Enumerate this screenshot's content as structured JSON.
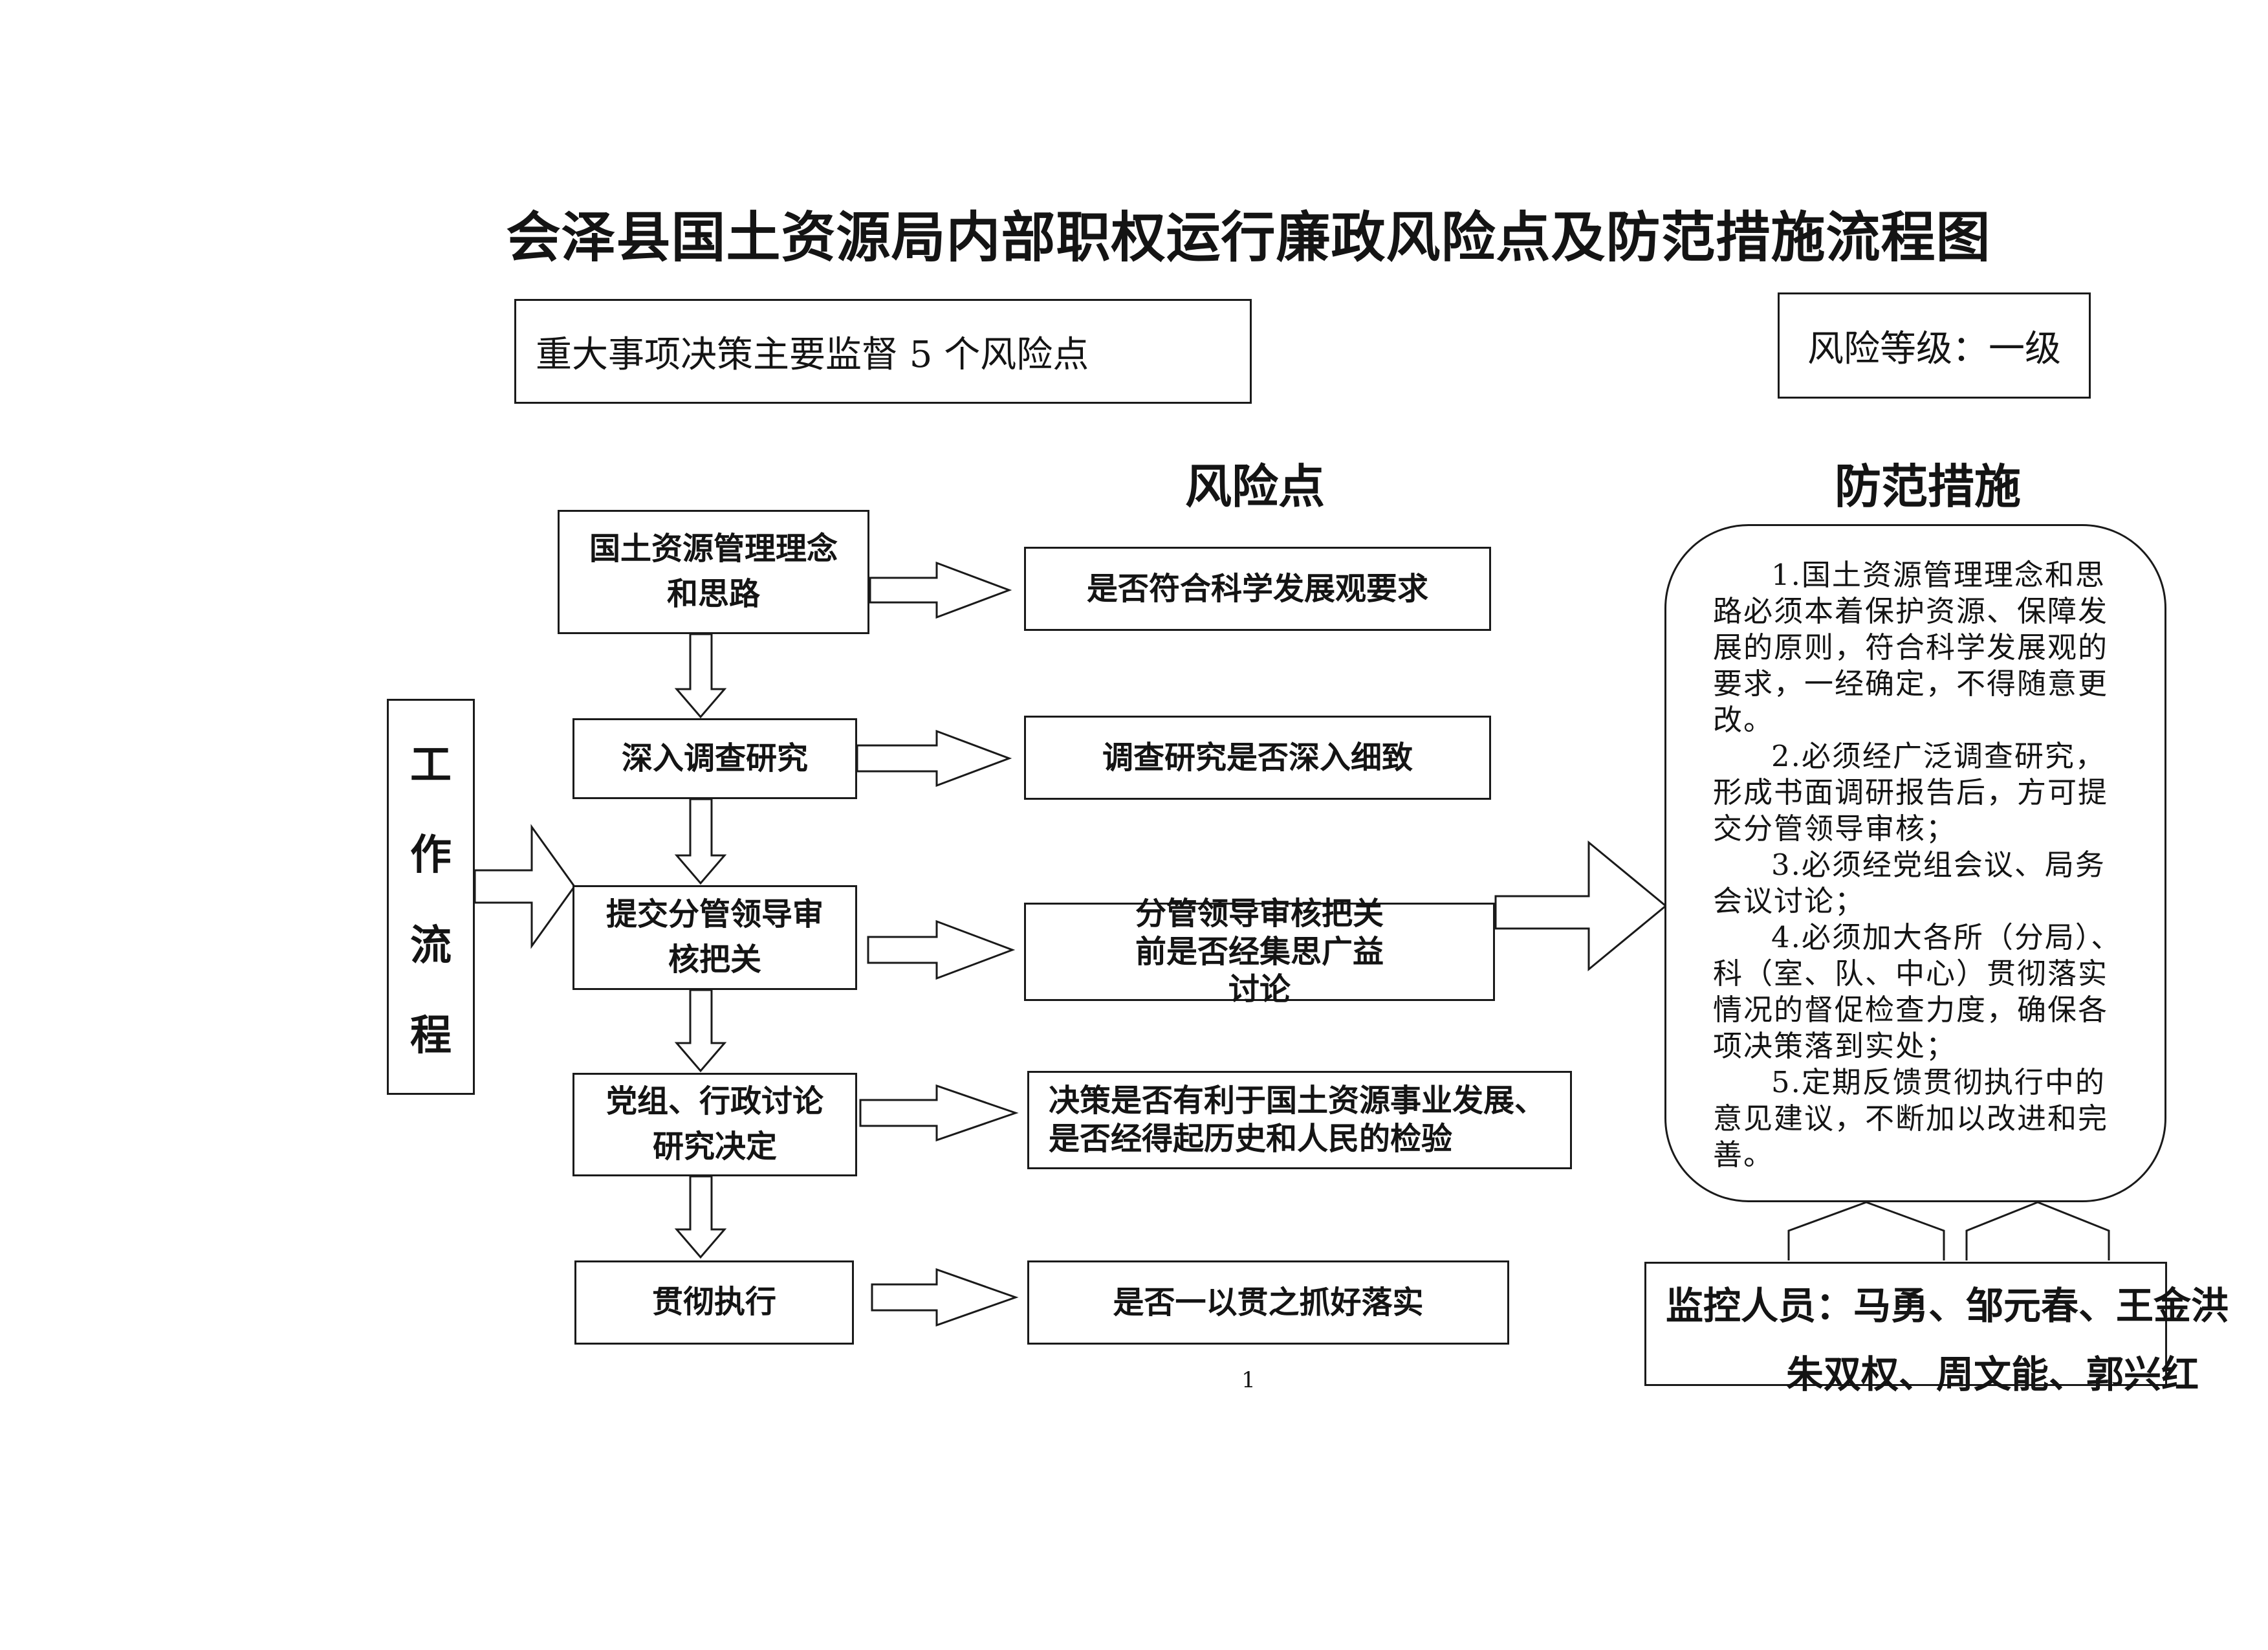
{
  "title": "会泽县国土资源局内部职权运行廉政风险点及防范措施流程图",
  "subtitle": "重大事项决策主要监督 5 个风险点",
  "risk_level": "风险等级：一级",
  "headings": {
    "risk_points": "风险点",
    "measures": "防范措施"
  },
  "workflow_label": [
    "工",
    "作",
    "流",
    "程"
  ],
  "steps": [
    {
      "label": "国土资源管理理念和思路"
    },
    {
      "label": "深入调查研究"
    },
    {
      "label": "提交分管领导审核把关"
    },
    {
      "label": "党组、行政讨论研究决定"
    },
    {
      "label": "贯彻执行"
    }
  ],
  "risks": [
    {
      "label": "是否符合科学发展观要求"
    },
    {
      "label": "调查研究是否深入细致"
    },
    {
      "label": "分管领导审核把关前是否经集思广益讨论"
    },
    {
      "label": "决策是否有利于国土资源事业发展、是否经得起历史和人民的检验"
    },
    {
      "label": "是否一以贯之抓好落实"
    }
  ],
  "measures": [
    "1.国土资源管理理念和思路必须本着保护资源、保障发展的原则，符合科学发展观的要求，一经确定，不得随意更改。",
    "2.必须经广泛调查研究，形成书面调研报告后，方可提交分管领导审核；",
    "3.必须经党组会议、局务会议讨论；",
    "4.必须加大各所（分局）、科（室、队、中心）贯彻落实情况的督促检查力度，确保各项决策落到实处；",
    "5.定期反馈贯彻执行中的意见建议，不断加以改进和完善。"
  ],
  "monitors": {
    "line1": "监控人员：马勇、邹元春、王金洪",
    "line2": "朱双权、周文能、郭兴红"
  },
  "page_number": "1"
}
